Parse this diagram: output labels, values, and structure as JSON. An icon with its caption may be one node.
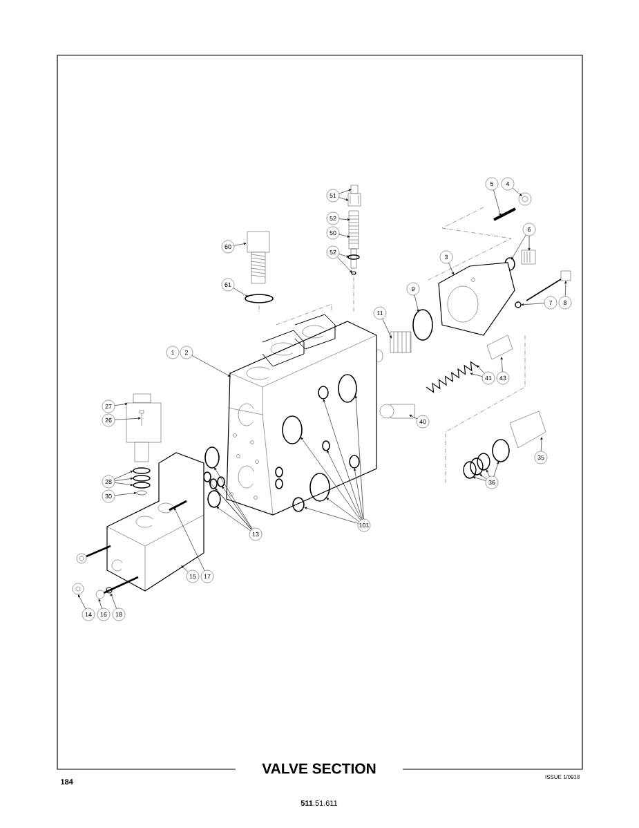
{
  "diagram": {
    "title": "VALVE SECTION",
    "nodes": [
      {
        "text": [
          "5"
        ]
      },
      {
        "text": [
          "4"
        ]
      },
      {
        "text": [
          "51"
        ]
      },
      {
        "text": [
          "52"
        ]
      },
      {
        "text": [
          "50"
        ]
      },
      {
        "text": [
          "6"
        ]
      },
      {
        "text": [
          "52"
        ]
      },
      {
        "text": [
          "60"
        ]
      },
      {
        "text": [
          "3"
        ]
      },
      {
        "text": [
          "61"
        ]
      },
      {
        "text": [
          "9"
        ]
      },
      {
        "text": [
          "7"
        ]
      },
      {
        "text": [
          "8"
        ]
      },
      {
        "text": [
          "11"
        ]
      },
      {
        "text": [
          "1"
        ]
      },
      {
        "text": [
          "2"
        ]
      },
      {
        "text": [
          "41"
        ]
      },
      {
        "text": [
          "43"
        ]
      },
      {
        "text": [
          "27"
        ]
      },
      {
        "text": [
          "26"
        ]
      },
      {
        "text": [
          "40"
        ]
      },
      {
        "text": [
          "35"
        ]
      },
      {
        "text": [
          "28"
        ]
      },
      {
        "text": [
          "36"
        ]
      },
      {
        "text": [
          "30"
        ]
      },
      {
        "text": [
          "101"
        ]
      },
      {
        "text": [
          "13"
        ]
      },
      {
        "text": [
          "15"
        ]
      },
      {
        "text": [
          "17"
        ]
      },
      {
        "text": [
          "14"
        ]
      },
      {
        "text": [
          "16"
        ]
      },
      {
        "text": [
          "18"
        ]
      },
      {
        "text": [],
        "shape": "picture"
      },
      {
        "text": [],
        "shape": "picture"
      },
      {
        "text": [],
        "shape": "picture"
      },
      {
        "text": [],
        "shape": "picture"
      },
      {
        "text": [],
        "shape": "circle"
      },
      {
        "text": [],
        "shape": "circle"
      },
      {
        "text": [],
        "shape": "circle"
      },
      {
        "text": [],
        "shape": "picture"
      },
      {
        "text": [],
        "shape": "picture"
      },
      {
        "text": [],
        "shape": "circle"
      },
      {
        "text": [],
        "shape": "picture"
      },
      {
        "text": [],
        "shape": "circle"
      },
      {
        "text": [],
        "shape": "circle"
      },
      {
        "text": [],
        "shape": "picture"
      },
      {
        "text": [],
        "shape": "picture"
      },
      {
        "text": [],
        "shape": "picture"
      },
      {
        "text": [],
        "shape": "picture"
      },
      {
        "text": [],
        "shape": "picture"
      },
      {
        "text": [],
        "shape": "picture"
      },
      {
        "text": [],
        "shape": "picture",
        "in": 50
      },
      {
        "text": [],
        "shape": "picture"
      },
      {
        "text": [],
        "shape": "picture"
      },
      {
        "text": [],
        "shape": "circle"
      },
      {
        "text": [],
        "shape": "circle"
      },
      {
        "text": [],
        "shape": "circle"
      },
      {
        "text": [],
        "shape": "circle"
      },
      {
        "text": [],
        "shape": "circle"
      },
      {
        "text": [],
        "shape": "circle"
      },
      {
        "text": [],
        "shape": "circle"
      },
      {
        "text": [],
        "shape": "circle"
      },
      {
        "text": [],
        "shape": "circle",
        "in": 47
      },
      {
        "text": [],
        "shape": "circle",
        "in": 47
      },
      {
        "text": [],
        "shape": "circle",
        "in": 47
      },
      {
        "text": [],
        "shape": "circle",
        "in": 47
      },
      {
        "text": [],
        "shape": "circle",
        "in": 47
      },
      {
        "text": [],
        "shape": "circle",
        "in": 47
      },
      {
        "text": [],
        "shape": "circle",
        "in": 47
      },
      {
        "text": [],
        "shape": "circle"
      },
      {
        "text": [],
        "shape": "circle"
      },
      {
        "text": [],
        "shape": "circle"
      },
      {
        "text": [],
        "shape": "circle"
      },
      {
        "text": [],
        "shape": "circle"
      },
      {
        "text": [],
        "shape": "picture"
      },
      {
        "text": [],
        "shape": "picture",
        "in": 74
      },
      {
        "text": [],
        "shape": "picture"
      },
      {
        "text": [],
        "shape": "picture"
      },
      {
        "text": [],
        "shape": "circle",
        "in": 77
      },
      {
        "text": [],
        "shape": "picture"
      }
    ],
    "edges": [
      {
        "from": 0,
        "to": 33,
        "arrow": "to"
      },
      {
        "from": 1,
        "to": 32,
        "arrow": "to"
      },
      {
        "from": 2,
        "to": 34,
        "arrow": "to"
      },
      {
        "from": 2,
        "to": 34,
        "arrow": "to"
      },
      {
        "from": 3,
        "to": 35,
        "arrow": "to"
      },
      {
        "from": 4,
        "to": 35,
        "arrow": "to"
      },
      {
        "from": 5,
        "to": 38,
        "arrow": "to"
      },
      {
        "from": 5,
        "to": 39,
        "arrow": "to"
      },
      {
        "from": 6,
        "to": 36,
        "arrow": "to"
      },
      {
        "from": 6,
        "to": 37,
        "arrow": "to"
      },
      {
        "from": 7,
        "to": 40,
        "arrow": "to"
      },
      {
        "from": 8,
        "to": 42,
        "arrow": "to"
      },
      {
        "from": 9,
        "to": 41,
        "arrow": "to"
      },
      {
        "from": 10,
        "to": 43,
        "arrow": "to"
      },
      {
        "from": 11,
        "to": 44,
        "arrow": "to"
      },
      {
        "from": 12,
        "to": 45,
        "arrow": "to"
      },
      {
        "from": 13,
        "to": 46,
        "arrow": "to"
      },
      {
        "from": 15,
        "to": 47,
        "arrow": "to"
      },
      {
        "from": 16,
        "to": 48,
        "arrow": "to"
      },
      {
        "from": 16,
        "to": 48,
        "arrow": "to"
      },
      {
        "from": 17,
        "to": 49,
        "arrow": "to"
      },
      {
        "from": 18,
        "to": 50,
        "arrow": "to"
      },
      {
        "from": 19,
        "to": 51,
        "arrow": "to"
      },
      {
        "from": 20,
        "to": 52,
        "arrow": "to"
      },
      {
        "from": 21,
        "to": 53,
        "arrow": "to"
      },
      {
        "from": 22,
        "to": 54,
        "arrow": "to"
      },
      {
        "from": 22,
        "to": 55,
        "arrow": "to"
      },
      {
        "from": 22,
        "to": 56,
        "arrow": "to"
      },
      {
        "from": 23,
        "to": 61,
        "arrow": "to"
      },
      {
        "from": 23,
        "to": 60,
        "arrow": "to"
      },
      {
        "from": 23,
        "to": 59,
        "arrow": "to"
      },
      {
        "from": 23,
        "to": 58,
        "arrow": "to"
      },
      {
        "from": 24,
        "to": 57,
        "arrow": "to"
      },
      {
        "from": 25,
        "to": 62,
        "arrow": "to"
      },
      {
        "from": 25,
        "to": 63,
        "arrow": "to"
      },
      {
        "from": 25,
        "to": 64,
        "arrow": "to"
      },
      {
        "from": 25,
        "to": 65,
        "arrow": "to"
      },
      {
        "from": 25,
        "to": 66,
        "arrow": "to"
      },
      {
        "from": 25,
        "to": 67,
        "arrow": "to"
      },
      {
        "from": 25,
        "to": 68,
        "arrow": "to"
      },
      {
        "from": 26,
        "to": 69,
        "arrow": "to"
      },
      {
        "from": 26,
        "to": 70,
        "arrow": "to"
      },
      {
        "from": 26,
        "to": 71,
        "arrow": "to"
      },
      {
        "from": 26,
        "to": 72,
        "arrow": "to"
      },
      {
        "from": 26,
        "to": 73,
        "arrow": "to"
      },
      {
        "from": 27,
        "to": 74,
        "arrow": "to"
      },
      {
        "from": 28,
        "to": 75,
        "arrow": "to"
      },
      {
        "from": 29,
        "to": 76,
        "arrow": "to"
      },
      {
        "from": 30,
        "to": 77,
        "arrow": "to"
      },
      {
        "from": 31,
        "to": 78,
        "arrow": "to"
      }
    ],
    "labels": [
      "184",
      "ISSUE 1/0918",
      "**511**.51.611"
    ]
  }
}
